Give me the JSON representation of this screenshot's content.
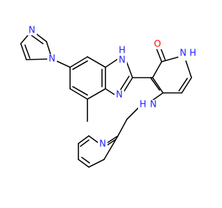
{
  "colors": {
    "bond": "#000000",
    "nitrogen": "#1f1fff",
    "oxygen": "#ff0d0d",
    "background": "#ffffff"
  },
  "atom_labels": {
    "imidazole_n1": "N",
    "imidazole_n3": "N",
    "benzimidazole_nh": "H",
    "benzimidazole_n_h_atom": "N",
    "benzimidazole_n3": "N",
    "carbonyl_o": "O",
    "pyridone_nh": "N",
    "pyridone_h": "H",
    "amine_n": "N",
    "amine_h": "H",
    "pyridine_n": "N"
  }
}
